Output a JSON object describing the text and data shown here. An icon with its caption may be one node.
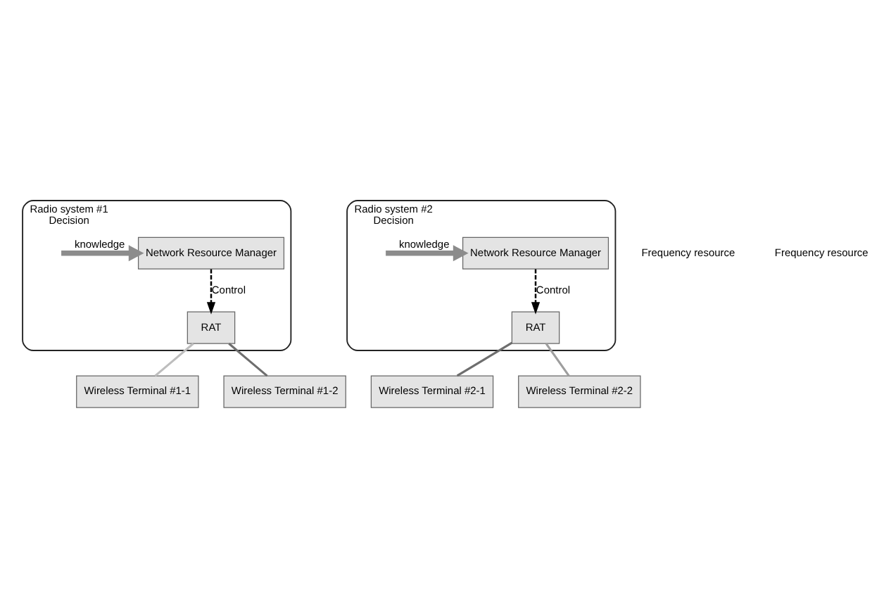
{
  "diagram": {
    "nodes": [
      {
        "text": [
          "Radio system #1",
          "Decision"
        ]
      },
      {
        "text": [
          "Network Resource Manager"
        ],
        "in": 0
      },
      {
        "text": [
          "RAT"
        ],
        "in": 0
      },
      {
        "text": [
          "Radio system #2",
          "Decision"
        ]
      },
      {
        "text": [
          "Network Resource Manager"
        ],
        "in": 3
      },
      {
        "text": [
          "RAT"
        ],
        "in": 3
      },
      {
        "text": [
          "Wireless Terminal #1-1"
        ]
      },
      {
        "text": [
          "Wireless Terminal #1-2"
        ]
      },
      {
        "text": [
          "Wireless Terminal #2-1"
        ]
      },
      {
        "text": [
          "Wireless Terminal #2-2"
        ]
      }
    ],
    "edges": [
      {
        "from": null,
        "to": 1,
        "arrow": "to",
        "label": "knowledge",
        "style": "thick",
        "color": "#8c8c8c"
      },
      {
        "from": 1,
        "to": 2,
        "arrow": "to",
        "label": "Control",
        "style": "dashed",
        "color": "#000000"
      },
      {
        "from": null,
        "to": 4,
        "arrow": "to",
        "label": "knowledge",
        "style": "thick",
        "color": "#8c8c8c"
      },
      {
        "from": 4,
        "to": 5,
        "arrow": "to",
        "label": "Control",
        "style": "dashed",
        "color": "#000000"
      },
      {
        "from": 2,
        "to": 6,
        "arrow": "none",
        "color": "#bdbdbd"
      },
      {
        "from": 2,
        "to": 7,
        "arrow": "none",
        "color": "#6e6e6e"
      },
      {
        "from": 5,
        "to": 8,
        "arrow": "none",
        "color": "#6e6e6e"
      },
      {
        "from": 5,
        "to": 9,
        "arrow": "none",
        "color": "#9e9e9e"
      }
    ],
    "labels": [
      "Frequency resource",
      "Frequency resource"
    ]
  }
}
